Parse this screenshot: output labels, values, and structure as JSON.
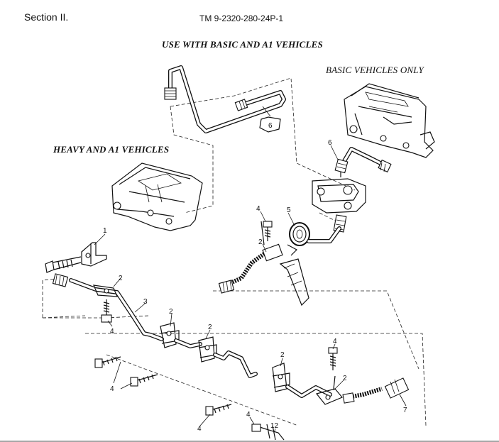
{
  "header": {
    "section": "Section II.",
    "tm_number": "TM 9-2320-280-24P-1"
  },
  "captions": {
    "main": "USE WITH BASIC AND A1 VEHICLES",
    "basic": "BASIC VEHICLES ONLY",
    "heavy": "HEAVY AND A1 VEHICLES"
  },
  "callouts": {
    "c1": "1",
    "c2a": "2",
    "c2b": "2",
    "c2c": "2",
    "c2d": "2",
    "c2e": "2",
    "c2f": "2",
    "c3": "3",
    "c4a": "4",
    "c4b": "4",
    "c4c": "4",
    "c4d": "4",
    "c4e": "4",
    "c4f": "4",
    "c5": "5",
    "c6a": "6",
    "c6b": "6",
    "c7": "7",
    "c12": "12"
  }
}
